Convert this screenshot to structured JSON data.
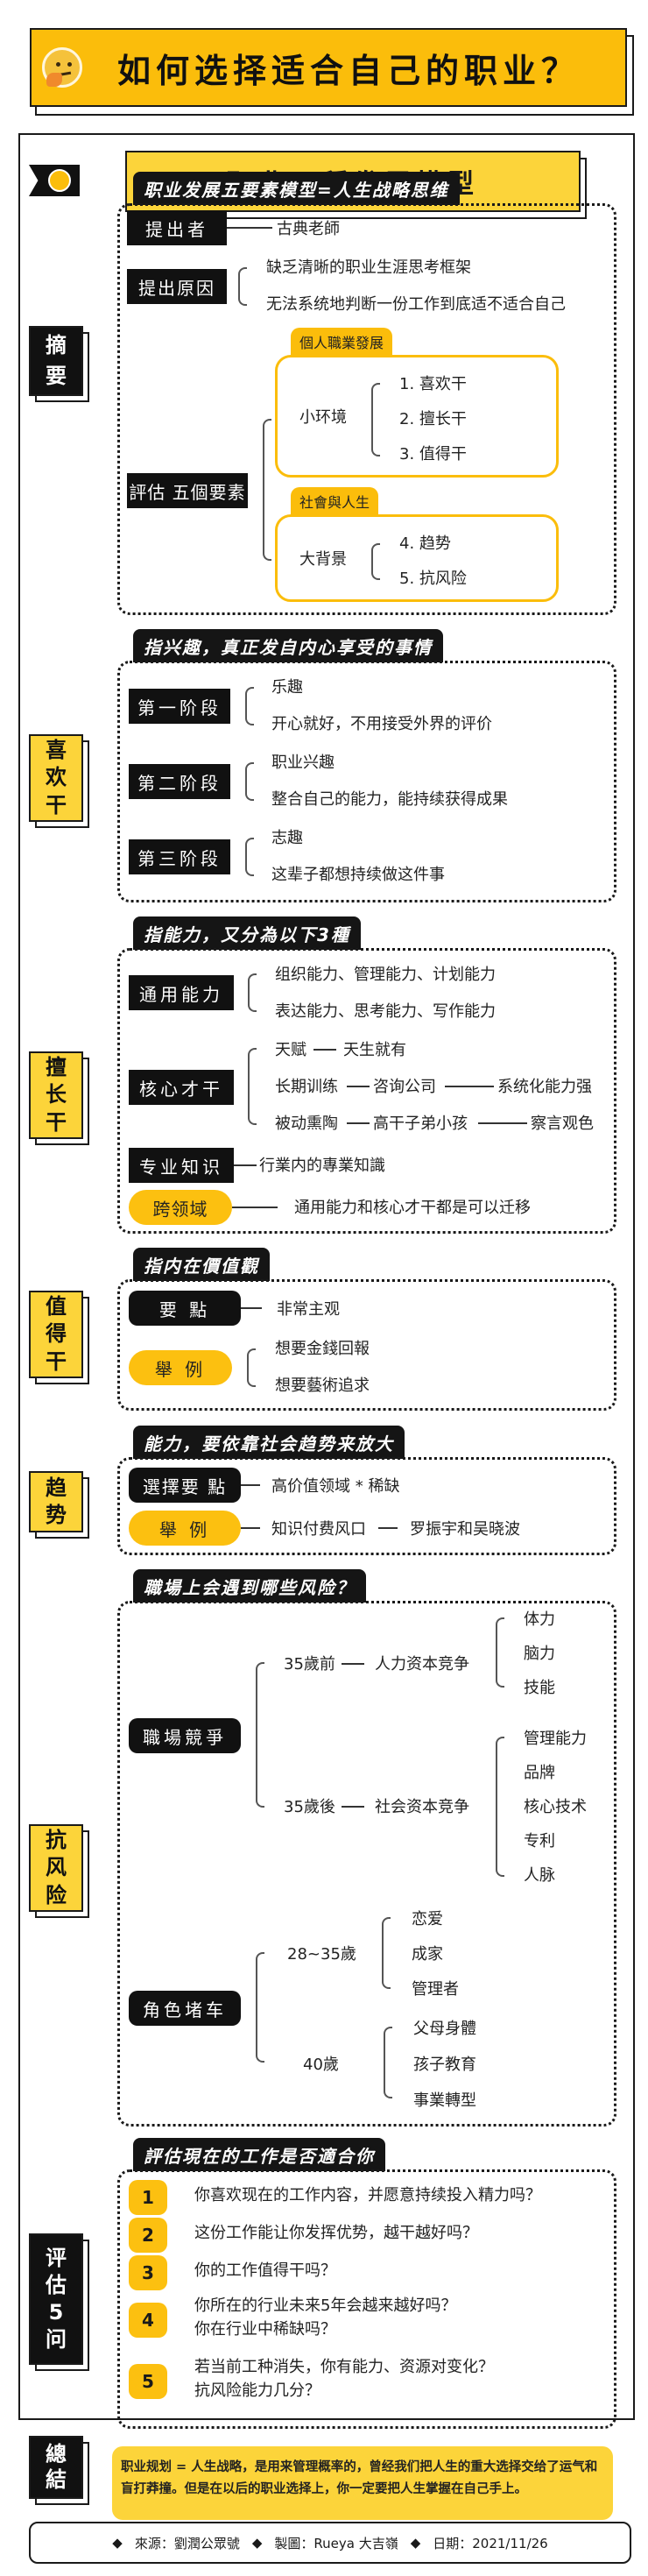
{
  "header": {
    "title": "如何选择适合自己的职业？",
    "emoji_icon": "thinking-face-icon",
    "subtitle": "职业五種发展模型"
  },
  "colors": {
    "accent_yellow": "#fbbd0b",
    "light_yellow": "#fcd43a",
    "black": "#111111",
    "white": "#ffffff"
  },
  "summary_section": {
    "side_label": "摘\n要",
    "tab": "职业发展五要素模型=人生战略思维",
    "proposer_label": "提出者",
    "proposer_value": "古典老師",
    "reason_label": "提出原因",
    "reasons": [
      "缺乏清晰的职业生涯思考框架",
      "无法系统地判断一份工作到底适不适合自己"
    ],
    "assess_label": "評估 五個要素",
    "groups": [
      {
        "tag": "個人職業發展",
        "name": "小环境",
        "items": [
          "1. 喜欢干",
          "2. 擅长干",
          "3. 值得干"
        ]
      },
      {
        "tag": "社會與人生",
        "name": "大背景",
        "items": [
          "4. 趋势",
          "5. 抗风险"
        ]
      }
    ]
  },
  "like_section": {
    "side_label": "喜欢干",
    "tab": "指兴趣，真正发自内心享受的事情",
    "stages": [
      {
        "label": "第一阶段",
        "lines": [
          "乐趣",
          "开心就好，不用接受外界的评价"
        ]
      },
      {
        "label": "第二阶段",
        "lines": [
          "职业兴趣",
          "整合自己的能力，能持续获得成果"
        ]
      },
      {
        "label": "第三阶段",
        "lines": [
          "志趣",
          "这辈子都想持续做这件事"
        ]
      }
    ]
  },
  "skill_section": {
    "side_label": "擅长干",
    "tab": "指能力，又分為以下3種",
    "general": {
      "label": "通用能力",
      "lines": [
        "组织能力、管理能力、计划能力",
        "表达能力、思考能力、写作能力"
      ]
    },
    "core": {
      "label": "核心才干",
      "rows": [
        [
          "天赋",
          "天生就有"
        ],
        [
          "长期训练",
          "咨询公司",
          "系统化能力强"
        ],
        [
          "被动熏陶",
          "高干子弟小孩",
          "察言观色"
        ]
      ]
    },
    "knowledge": {
      "label": "专业知识",
      "value": "行業内的專業知識"
    },
    "cross": {
      "label": "跨领域",
      "value": "通用能力和核心才干都是可以迁移"
    }
  },
  "worth_section": {
    "side_label": "值得干",
    "tab": "指内在價值觀",
    "point_label": "要 點",
    "point_value": "非常主观",
    "example_label": "舉 例",
    "examples": [
      "想要金錢回報",
      "想要藝術追求"
    ]
  },
  "trend_section": {
    "side_label": "趋势",
    "tab": "能力，要依靠社会趋势来放大",
    "point_label": "選擇要 點",
    "point_value": "高价值领域 * 稀缺",
    "example_label": "舉 例",
    "example_a": "知识付费风口",
    "example_b": "罗振宇和吴晓波"
  },
  "risk_section": {
    "side_label": "抗风险",
    "tab": "職場上会遇到哪些风险？",
    "competition": {
      "label": "職場競爭",
      "before": {
        "age": "35歲前",
        "type": "人力资本竞争",
        "items": [
          "体力",
          "脑力",
          "技能"
        ]
      },
      "after": {
        "age": "35歲後",
        "type": "社会资本竞争",
        "items": [
          "管理能力",
          "品牌",
          "核心技术",
          "专利",
          "人脉"
        ]
      }
    },
    "role": {
      "label": "角色堵车",
      "a": {
        "age": "28~35歲",
        "items": [
          "恋爱",
          "成家",
          "管理者"
        ]
      },
      "b": {
        "age": "40歲",
        "items": [
          "父母身體",
          "孩子教育",
          "事業轉型"
        ]
      }
    }
  },
  "eval_section": {
    "side_label": "评估5问",
    "tab": "評估現在的工作是否適合你",
    "questions": [
      {
        "n": "1",
        "text": "你喜欢现在的工作内容，并愿意持续投入精力吗？"
      },
      {
        "n": "2",
        "text": "这份工作能让你发挥优势，越干越好吗？"
      },
      {
        "n": "3",
        "text": "你的工作值得干吗？"
      },
      {
        "n": "4",
        "text": "你所在的行业未来5年会越来越好吗？\n你在行业中稀缺吗？"
      },
      {
        "n": "5",
        "text": "若当前工种消失，你有能力、资源对变化？\n抗风险能力几分？"
      }
    ]
  },
  "conclusion": {
    "side_label": "總結",
    "text": "职业规划 = 人生战略，是用来管理概率的，曾经我们把人生的重大选择交给了运气和盲打莽撞。但是在以后的职业选择上，你一定要把人生掌握在自己手上。"
  },
  "footer": {
    "source": "來源：劉潤公眾號",
    "author": "製圖：Rueya 大吉嶺",
    "date": "日期：2021/11/26",
    "bullet": "◆"
  }
}
